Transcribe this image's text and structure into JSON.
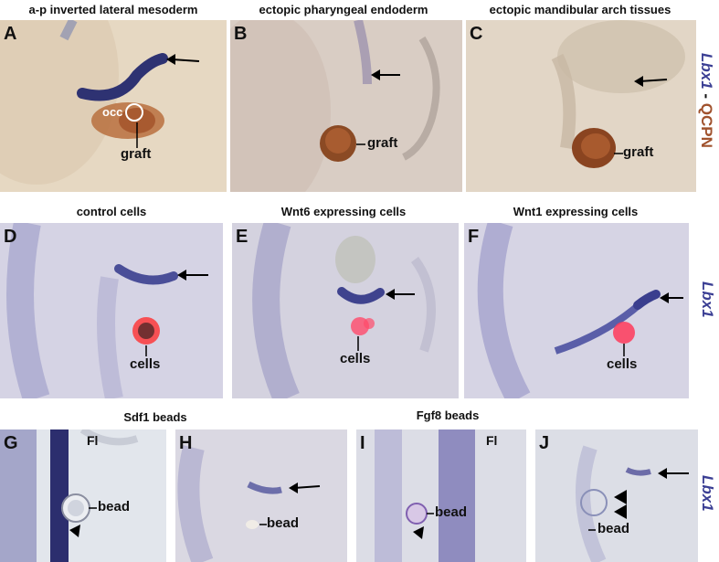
{
  "captions": {
    "a": "a-p inverted lateral mesoderm",
    "b": "ectopic pharyngeal endoderm",
    "c": "ectopic mandibular arch tissues",
    "d": "control cells",
    "e": "Wnt6 expressing cells",
    "f": "Wnt1 expressing cells",
    "g": "Sdf1 beads",
    "ij": "Fgf8 beads"
  },
  "letters": {
    "A": "A",
    "B": "B",
    "C": "C",
    "D": "D",
    "E": "E",
    "F": "F",
    "G": "G",
    "H": "H",
    "I": "I",
    "J": "J"
  },
  "labels": {
    "occ": "occ",
    "graft": "graft",
    "cells": "cells",
    "bead": "bead",
    "fl": "Fl"
  },
  "side": {
    "gene": "Lbx1",
    "sep": " - ",
    "marker": "QCPN"
  },
  "colors": {
    "lbx1": "#3b3f94",
    "qcpn": "#a0522d"
  }
}
